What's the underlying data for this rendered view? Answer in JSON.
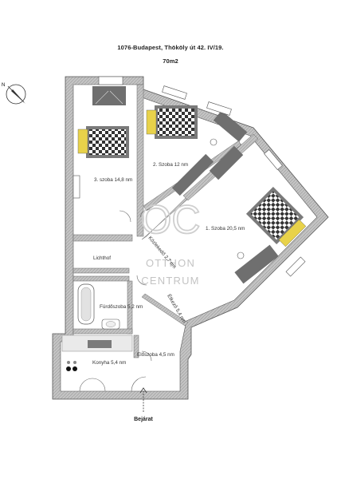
{
  "header": {
    "address": "1076-Budapest, Thököly út 42. IV/19.",
    "area": "70m2"
  },
  "rooms": {
    "room3": "3. szoba 14,8 nm",
    "room2": "2. Szoba 12 nm",
    "room1": "1. Szoba 20,5 nm",
    "corridor": "Közlekedő 2,7 nm",
    "lightwell": "Lichthof",
    "bathroom": "Fürdőszoba 5,2 nm",
    "dining": "Étkező 5,4 nm",
    "hall": "Előszoba 4,5 nm",
    "kitchen": "Konyha 5,4 nm"
  },
  "entrance": "Bejárat",
  "watermark": {
    "logo": "OC",
    "line1": "OTTHON",
    "line2": "CENTRUM"
  },
  "colors": {
    "wall": "#b8b8b8",
    "wall_edge": "#555555",
    "furniture": "#7a7a7a",
    "watermark": "#c8c8c8"
  }
}
